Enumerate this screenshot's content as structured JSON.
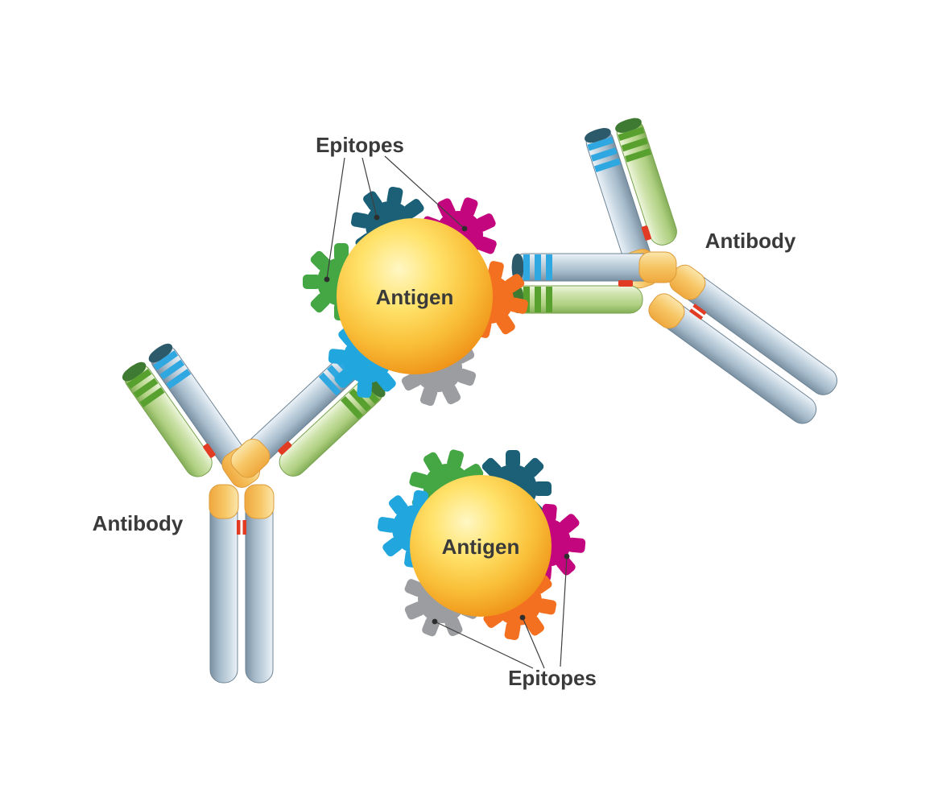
{
  "labels": {
    "epitopes_top": "Epitopes",
    "epitopes_bottom": "Epitopes",
    "antigen_top": "Antigen",
    "antigen_bottom": "Antigen",
    "antibody_right": "Antibody",
    "antibody_left": "Antibody"
  },
  "colors": {
    "background": "#FFFFFF",
    "text": "#3A3A3A",
    "callout_line": "#3F3F3F",
    "antigen_highlight": "#FFF7C4",
    "antigen_light": "#FFE26A",
    "antigen_mid": "#F9BE37",
    "antigen_edge": "#EE8F16",
    "epitope_teal": "#1B6077",
    "epitope_magenta": "#C4067E",
    "epitope_green": "#45A644",
    "epitope_orange": "#F37021",
    "epitope_cyan": "#21A7DE",
    "epitope_gray": "#9B9DA1",
    "heavy_chain_light": "#ECF2F8",
    "heavy_chain_mid": "#C9D8E3",
    "heavy_chain_mid2": "#A6BBCB",
    "heavy_chain_dark": "#7A91A3",
    "light_chain_light": "#EEF6DE",
    "light_chain_mid": "#CEE3AC",
    "light_chain_mid2": "#AECF80",
    "light_chain_dark": "#84AE58",
    "hinge_light": "#FBE6AC",
    "hinge_mid": "#F7C767",
    "hinge_dark": "#EFA83E",
    "variable_stripe_blue": "#2FA7E0",
    "variable_cap_teal": "#2C5A6B",
    "variable_stripe_green": "#58A12F",
    "variable_cap_green": "#3E7A31",
    "disulfide_red": "#E23B24"
  }
}
